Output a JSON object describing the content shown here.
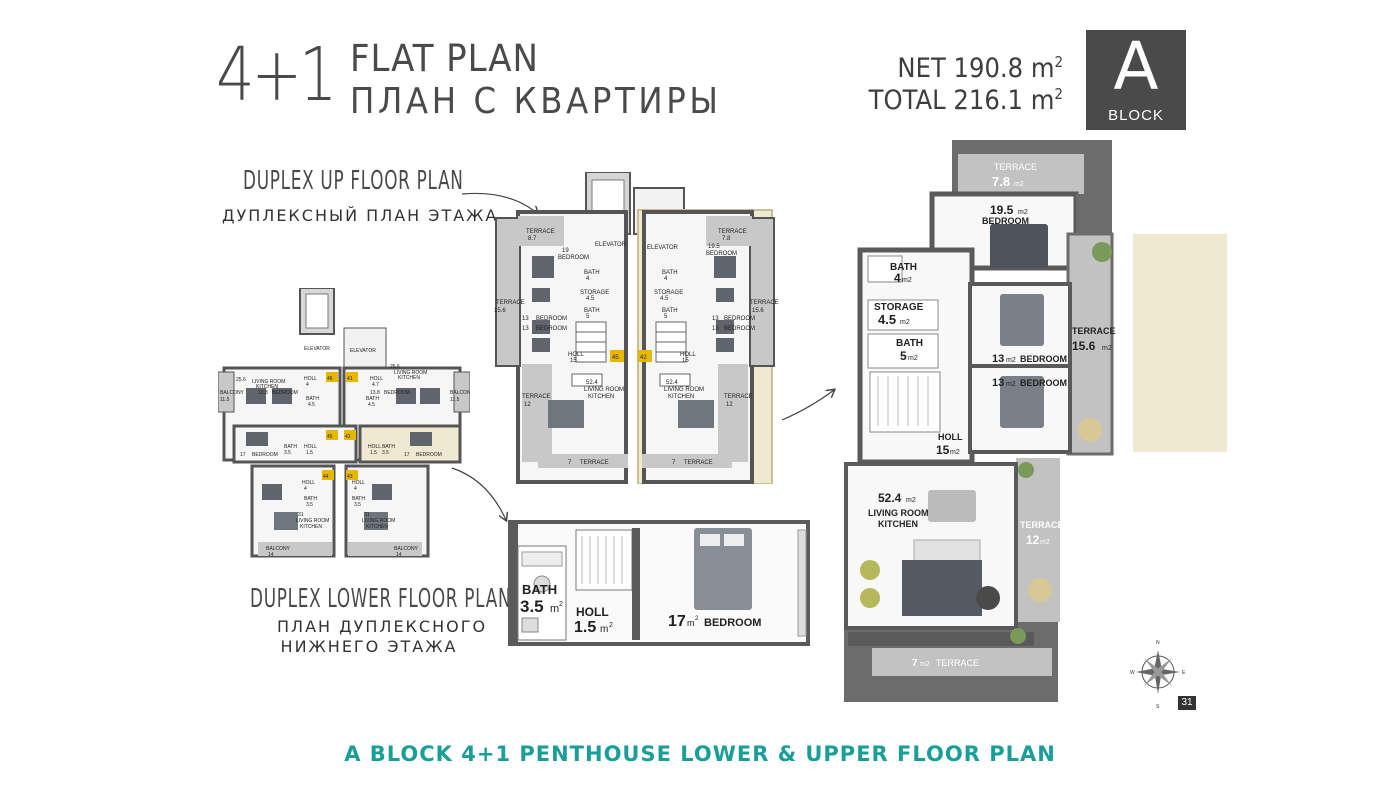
{
  "header": {
    "config": "4+1",
    "title_en": "FLAT PLAN",
    "title_ru": "ПЛАН С КВАРТИРЫ",
    "net_label": "NET",
    "net_value": "190.8",
    "total_label": "TOTAL",
    "total_value": "216.1",
    "unit": "m",
    "unit_sup": "2",
    "block_letter": "A",
    "block_word": "BLOCK"
  },
  "labels": {
    "duplex_up_en": "DUPLEX UP FLOOR PLAN",
    "duplex_up_ru": "ДУПЛЕКСНЫЙ ПЛАН ЭТАЖА",
    "duplex_lower_en": "DUPLEX LOWER FLOOR PLAN",
    "duplex_lower_ru_1": "ПЛАН ДУПЛЕКСНОГО",
    "duplex_lower_ru_2": "НИЖНЕГО ЭТАЖА"
  },
  "upper_plan": {
    "terrace_top": {
      "name": "TERRACE",
      "area": "7.8"
    },
    "bedroom_main": {
      "area": "19.5",
      "name": "BEDROOM"
    },
    "bath": {
      "name": "BATH",
      "area": "4"
    },
    "storage": {
      "name": "STORAGE",
      "area": "4.5"
    },
    "bath2": {
      "name": "BATH",
      "area": "5"
    },
    "bedroom2": {
      "area": "13",
      "name": "BEDROOM"
    },
    "bedroom3": {
      "area": "13",
      "name": "BEDROOM"
    },
    "terrace_right": {
      "name": "TERRACE",
      "area": "15.6"
    },
    "holl": {
      "name": "HOLL",
      "area": "15"
    },
    "living": {
      "area": "52.4",
      "line1": "LIVING ROOM",
      "line2": "KITCHEN"
    },
    "terrace_side": {
      "name": "TERRACE",
      "area": "12"
    },
    "terrace_bottom": {
      "area": "7",
      "name": "TERRACE"
    }
  },
  "lower_plan": {
    "bath": {
      "name": "BATH",
      "area": "3.5"
    },
    "holl": {
      "name": "HOLL",
      "area": "1.5"
    },
    "bedroom": {
      "area": "17",
      "name": "BEDROOM"
    }
  },
  "small_up": {
    "terrace": "TERRACE",
    "terrace_a": "8.7",
    "terrace_b": "7.8",
    "elevator": "ELEVATOR",
    "bedroom_a": "19",
    "bedroom_b": "19.5",
    "bedroom_label": "BEDROOM",
    "bath": "BATH",
    "bath_small": "4",
    "storage": "STORAGE",
    "storage_area": "4.5",
    "bath_b": "5",
    "terrace_side": "15.6",
    "bed13": "13",
    "holl": "HOLL",
    "holl_area": "15",
    "living": "52.4",
    "living_line1": "LIVING ROOM",
    "living_line2": "KITCHEN",
    "terrace12": "12",
    "bottom_terrace": "7",
    "num45": "45",
    "num42": "42"
  },
  "small_lower": {
    "elevator": "ELEVATOR",
    "living": "25.6",
    "living_line1": "LIVING ROOM",
    "living_line2": "KITCHEN",
    "balcony": "BALCONY",
    "balcony_area": "11.5",
    "bed13": "13.8",
    "bedroom_label": "BEDROOM",
    "holl": "HOLL",
    "holl_area": "4",
    "holl_area_b": "4.7",
    "bath": "BATH",
    "bath_area": "4.5",
    "bed17": "17",
    "holl15": "1.5",
    "bath35": "3.5",
    "living31": "31",
    "balcony14": "14",
    "n46": "46",
    "n41": "41",
    "n45": "45",
    "n42": "42",
    "n44": "44",
    "n43": "43"
  },
  "compass": {
    "n": "N",
    "e": "E",
    "s": "S",
    "w": "W"
  },
  "page_number": "31",
  "footer": "A BLOCK 4+1 PENTHOUSE LOWER & UPPER FLOOR PLAN",
  "colors": {
    "accent": "#1a9e9a",
    "wall": "#5a5a5a",
    "terrace": "#c4c4c4",
    "badge": "#4a4a4a",
    "sand": "#efe9d2"
  }
}
